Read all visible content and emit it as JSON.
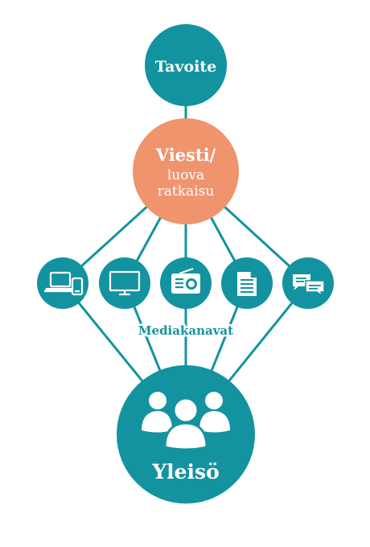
{
  "colors": {
    "primary": "#13939f",
    "accent": "#f0946d",
    "background": "#ffffff",
    "icon": "#ffffff"
  },
  "nodes": {
    "goal": {
      "label": "Tavoite"
    },
    "message": {
      "line1": "Viesti/",
      "line2": "luova",
      "line3": "ratkaisu"
    },
    "audience": {
      "label": "Yleisö",
      "icon": "people-group-icon"
    }
  },
  "channels": {
    "label": "Mediakanavat",
    "items": [
      {
        "icon": "computer-phone-icon"
      },
      {
        "icon": "tv-icon"
      },
      {
        "icon": "radio-icon"
      },
      {
        "icon": "newspaper-icon"
      },
      {
        "icon": "chat-bubbles-icon"
      }
    ]
  }
}
